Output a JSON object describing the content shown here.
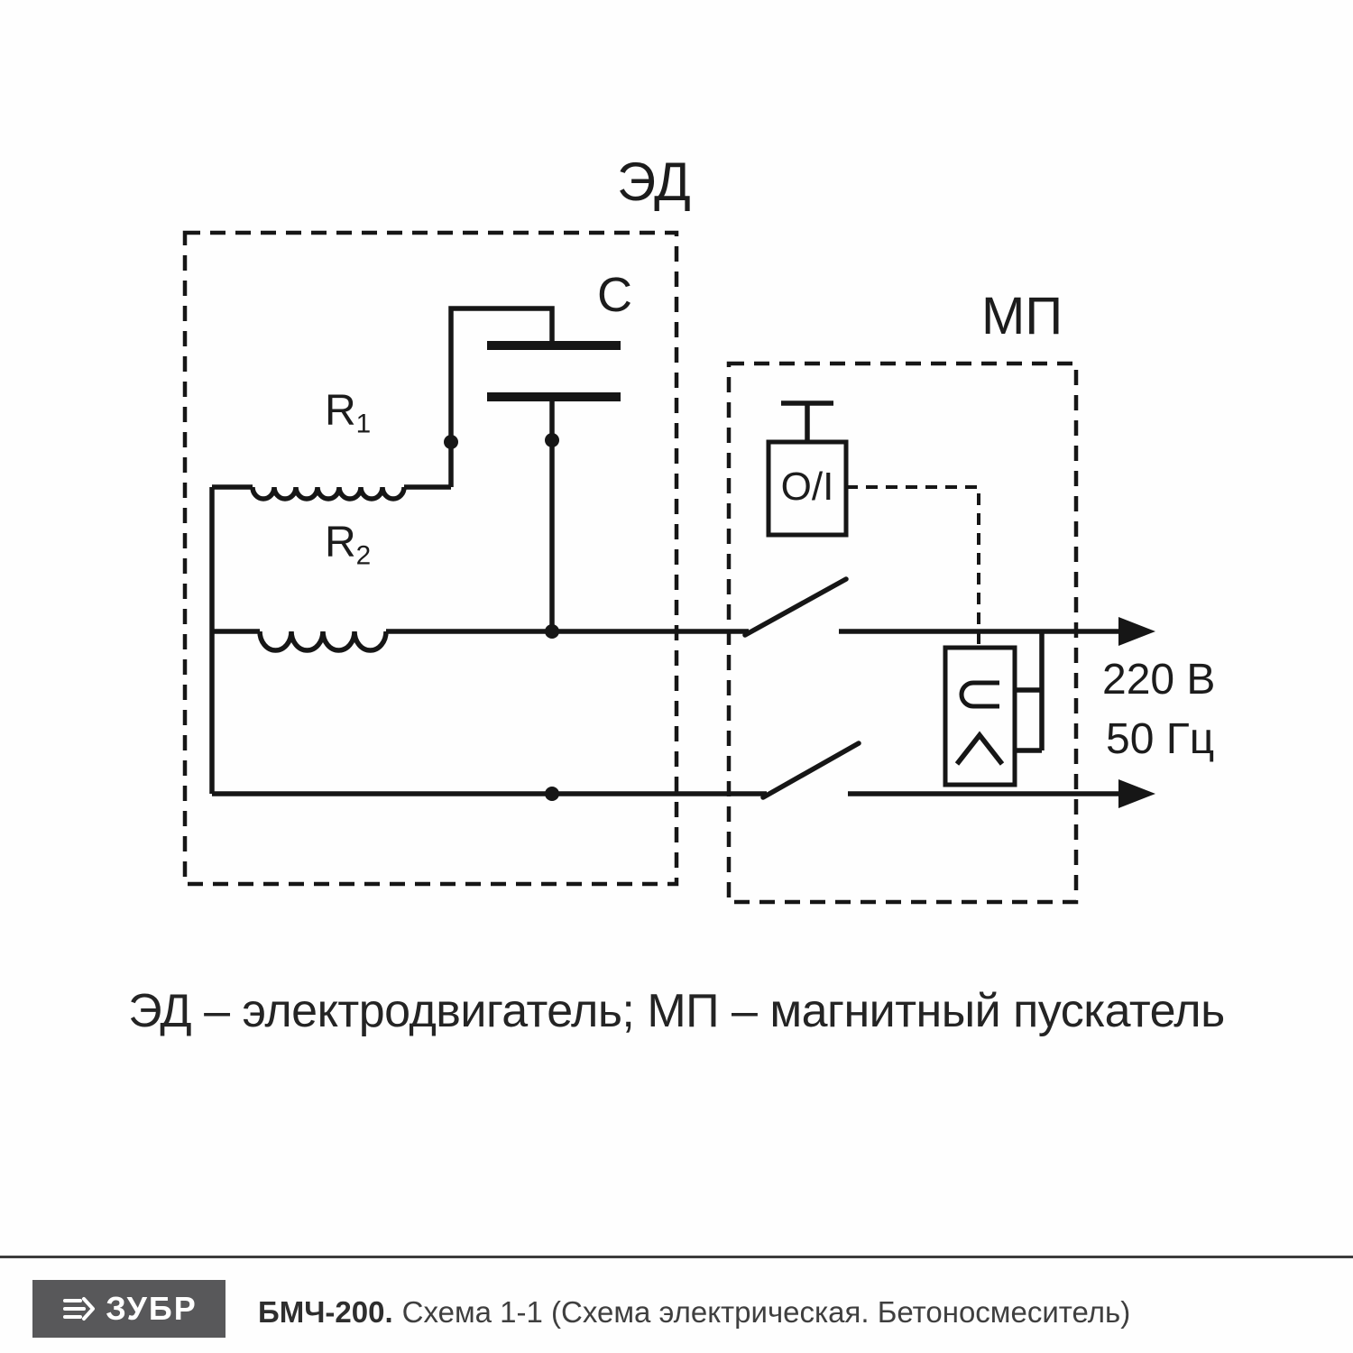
{
  "diagram": {
    "motor_label": "ЭД",
    "capacitor_label": "C",
    "winding1": {
      "base": "R",
      "sub": "1"
    },
    "winding2": {
      "base": "R",
      "sub": "2"
    },
    "starter_label": "МП",
    "button_label": "O/I",
    "voltage": "220 В",
    "frequency": "50 Гц"
  },
  "caption": "ЭД – электродвигатель; МП – магнитный пускатель",
  "footer": {
    "brand": "ЗУБР",
    "model": "БМЧ-200.",
    "description": "Схема 1-1 (Схема электрическая. Бетоносмеситель)"
  },
  "colors": {
    "line": "#161616",
    "text": "#242424",
    "footer_logo_bg": "#58585a",
    "divider": "#3c3c3c"
  }
}
